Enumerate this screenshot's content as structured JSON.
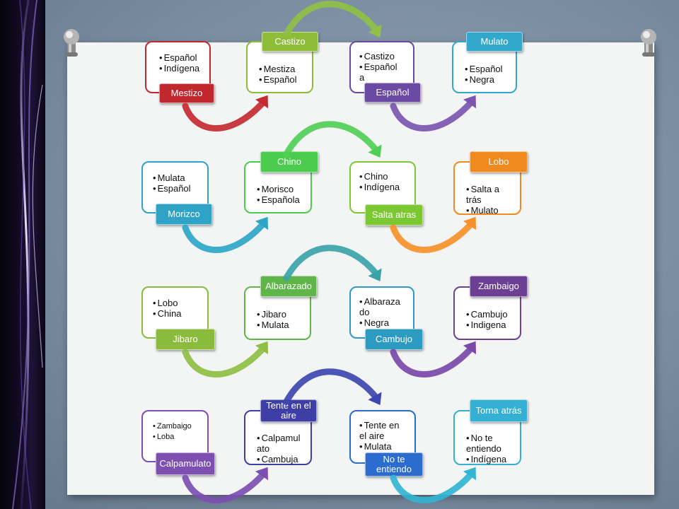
{
  "cards": [
    {
      "id": "c1",
      "items": [
        "Español",
        "Indígena"
      ],
      "label": "Mestizo",
      "color": "#c0282e"
    },
    {
      "id": "c2",
      "items": [
        "Mestiza",
        "Español"
      ],
      "label": "Castizo",
      "color": "#8ebd3a"
    },
    {
      "id": "c3",
      "items": [
        "Castizo",
        "Español a"
      ],
      "label": "Español",
      "color": "#6a4aa2"
    },
    {
      "id": "c4",
      "items": [
        "Español",
        "Negra"
      ],
      "label": "Mulato",
      "color": "#32a8cc"
    },
    {
      "id": "c5",
      "items": [
        "Mulata",
        "Español"
      ],
      "label": "Morizco",
      "color": "#2fa3c5"
    },
    {
      "id": "c6",
      "items": [
        "Morisco",
        "Española"
      ],
      "label": "Chino",
      "color": "#4ccc4e"
    },
    {
      "id": "c7",
      "items": [
        "Chino",
        "Indígena"
      ],
      "label": "Salta atras",
      "color": "#7cc832"
    },
    {
      "id": "c8",
      "items": [
        "Salta a trás",
        "Mulato"
      ],
      "label": "Lobo",
      "color": "#f08a1f"
    },
    {
      "id": "c9",
      "items": [
        "Lobo",
        "China"
      ],
      "label": "Jibaro",
      "color": "#8bbb3c"
    },
    {
      "id": "c10",
      "items": [
        "Jibaro",
        "Mulata"
      ],
      "label": "Albarazado",
      "color": "#5fb54a"
    },
    {
      "id": "c11",
      "items": [
        "Albaraza do",
        "Negra"
      ],
      "label": "Cambujo",
      "color": "#2d9ac2"
    },
    {
      "id": "c12",
      "items": [
        "Cambujo",
        "Indigena"
      ],
      "label": "Zambaigo",
      "color": "#6b3f93"
    },
    {
      "id": "c13",
      "items": [
        "Zambaigo",
        "Loba"
      ],
      "label": "Calpamulato",
      "color": "#7c4fb0"
    },
    {
      "id": "c14",
      "items": [
        "Calpamul ato",
        "Cambuja"
      ],
      "label": "Tente en el aire",
      "color": "#3e3fa6"
    },
    {
      "id": "c15",
      "items": [
        "Tente en el aire",
        "Mulata"
      ],
      "label": "No te entiendo",
      "color": "#2c6ccf"
    },
    {
      "id": "c16",
      "items": [
        "No te entiendo",
        "Indígena"
      ],
      "label": "Torna atrás",
      "color": "#33b0d4"
    }
  ],
  "arrow_colors": {
    "row1": [
      "#c42a31",
      "#8fc047",
      "#7b56b0"
    ],
    "row2": [
      "#2fa6c8",
      "#4fcf55",
      "#f5902a"
    ],
    "row3": [
      "#8fbe44",
      "#3ba3a8",
      "#7a48a8"
    ],
    "row4": [
      "#7c4fb0",
      "#3d46b0",
      "#32b4d2"
    ]
  }
}
